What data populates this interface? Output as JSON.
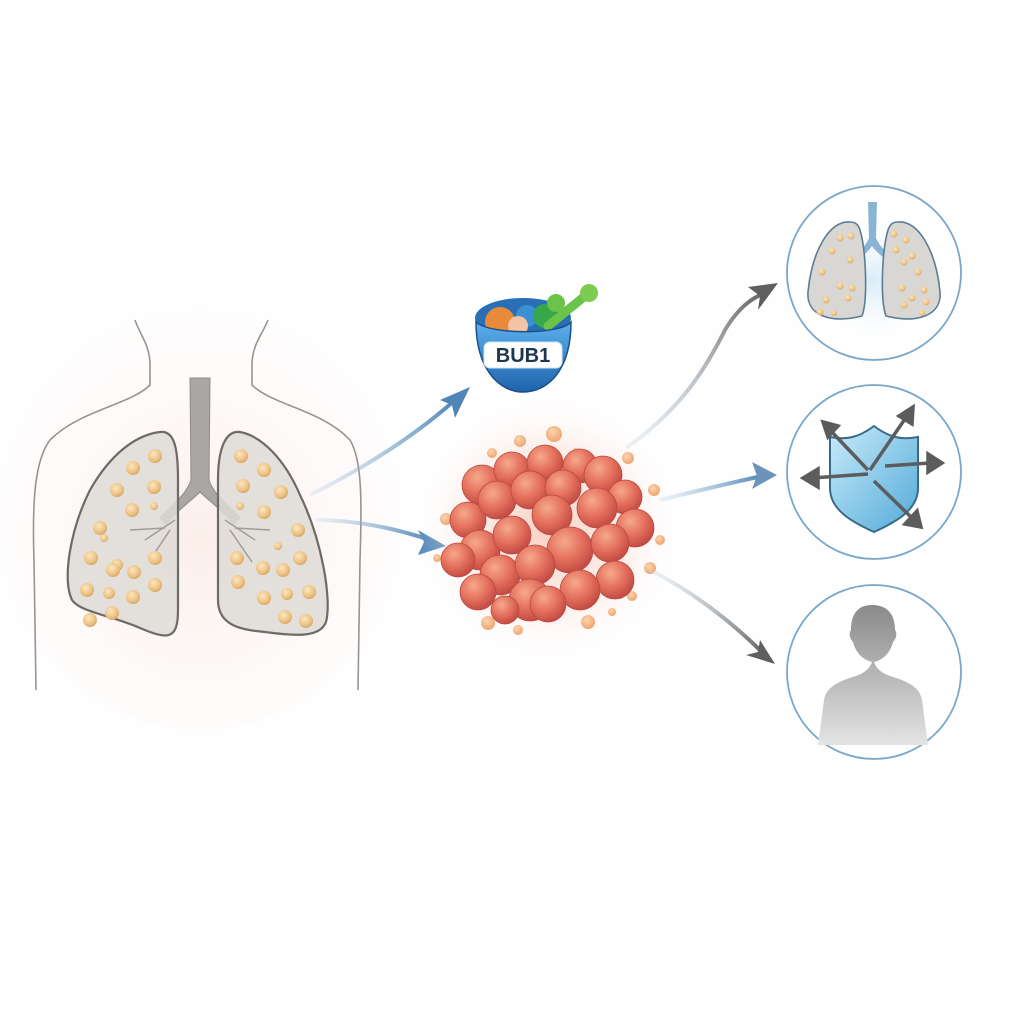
{
  "diagram": {
    "type": "biomedical-pathway-illustration",
    "background": "#fefefe",
    "nodes": {
      "patient_lungs": {
        "name": "Human torso with lungs containing nodules",
        "lung_fill": "#dcd7d2",
        "nodule_color": "#f0c98a",
        "trachea_color": "#a8a6a4"
      },
      "bub1_gene": {
        "label": "BUB1",
        "bowl_color": "#2f7fc8",
        "label_bg": "#ffffff",
        "label_color": "#1d3550"
      },
      "tumor": {
        "name": "Tumor cell cluster",
        "cell_color": "#e06a5a",
        "highlight": "#f4a48a",
        "satellite_color": "#f2b483"
      },
      "outcome_lungs": {
        "name": "Lung outcome",
        "border": "#7aa6cc"
      },
      "outcome_shield": {
        "name": "Immune / resistance spread",
        "shield_color": "#7cc4e6",
        "arrow_color": "#5c5c5c"
      },
      "outcome_person": {
        "name": "Patient outcome",
        "silhouette_color": "#8e8e8e"
      }
    },
    "edges": [
      {
        "from": "patient_lungs",
        "to": "bub1_gene",
        "color": "#5f93c0"
      },
      {
        "from": "patient_lungs",
        "to": "tumor",
        "color": "#5f93c0"
      },
      {
        "from": "tumor",
        "to": "outcome_lungs",
        "color": "#6e6e6e"
      },
      {
        "from": "tumor",
        "to": "outcome_shield",
        "color": "#6d93b8"
      },
      {
        "from": "tumor",
        "to": "outcome_person",
        "color": "#6e6e6e"
      }
    ]
  }
}
